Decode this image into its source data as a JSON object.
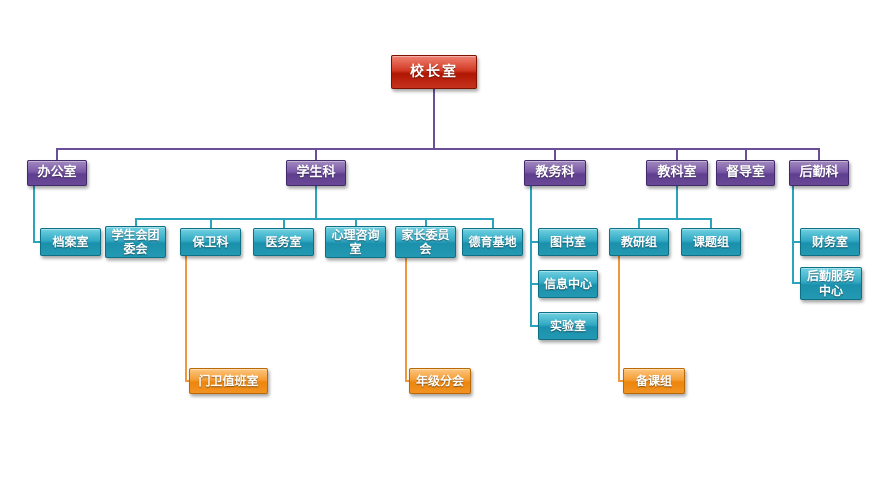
{
  "diagram_type": "org-chart",
  "colors": {
    "root_box": "#c1270f",
    "level2_box": "#6f4f9e",
    "level3_box": "#28a0bb",
    "level4_box": "#f2941c",
    "level1_connector": "#6b4e98",
    "level2_connector": "#2aa3bc",
    "level3_connector": "#f0993a",
    "text": "#ffffff",
    "background": "#ffffff"
  },
  "nodes": {
    "principal": {
      "label": "校长室",
      "level": 1
    },
    "office": {
      "label": "办公室",
      "level": 2
    },
    "student_affairs": {
      "label": "学生科",
      "level": 2
    },
    "academic_affairs": {
      "label": "教务科",
      "level": 2
    },
    "teaching_research": {
      "label": "教科室",
      "level": 2
    },
    "supervision": {
      "label": "督导室",
      "level": 2
    },
    "logistics": {
      "label": "后勤科",
      "level": 2
    },
    "archives": {
      "label": "档案室",
      "level": 3
    },
    "student_union": {
      "label": "学生会团委会",
      "level": 3
    },
    "security": {
      "label": "保卫科",
      "level": 3
    },
    "medical": {
      "label": "医务室",
      "level": 3
    },
    "counseling": {
      "label": "心理咨询室",
      "level": 3
    },
    "parents_committee": {
      "label": "家长委员会",
      "level": 3
    },
    "moral_education_base": {
      "label": "德育基地",
      "level": 3
    },
    "library": {
      "label": "图书室",
      "level": 3
    },
    "info_center": {
      "label": "信息中心",
      "level": 3
    },
    "laboratory": {
      "label": "实验室",
      "level": 3
    },
    "research_group": {
      "label": "教研组",
      "level": 3
    },
    "project_group": {
      "label": "课题组",
      "level": 3
    },
    "finance": {
      "label": "财务室",
      "level": 3
    },
    "logistics_service_center": {
      "label": "后勤服务中心",
      "level": 3
    },
    "gate_duty_room": {
      "label": "门卫值班室",
      "level": 4
    },
    "grade_branch": {
      "label": "年级分会",
      "level": 4
    },
    "lesson_prep_group": {
      "label": "备课组",
      "level": 4
    }
  },
  "hierarchy": {
    "principal": [
      "office",
      "student_affairs",
      "academic_affairs",
      "teaching_research",
      "supervision",
      "logistics"
    ],
    "office": [
      "archives"
    ],
    "student_affairs": [
      "student_union",
      "security",
      "medical",
      "counseling",
      "parents_committee",
      "moral_education_base"
    ],
    "security": [
      "gate_duty_room"
    ],
    "parents_committee": [
      "grade_branch"
    ],
    "academic_affairs": [
      "library",
      "info_center",
      "laboratory"
    ],
    "teaching_research": [
      "research_group",
      "project_group"
    ],
    "research_group": [
      "lesson_prep_group"
    ],
    "logistics": [
      "finance",
      "logistics_service_center"
    ]
  }
}
